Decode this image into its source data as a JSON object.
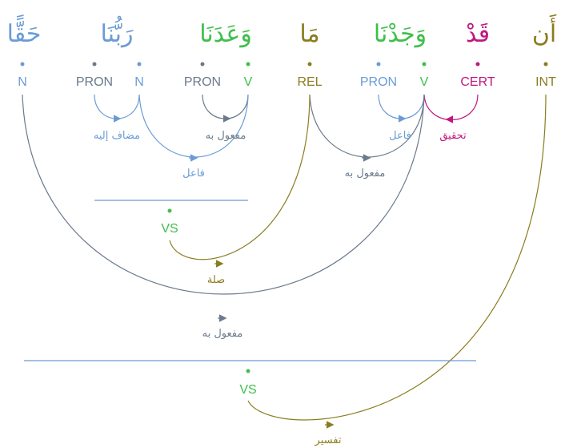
{
  "diagram": {
    "words": [
      {
        "text": "أَن",
        "color": "#8a7d1f"
      },
      {
        "text": "قَدْ",
        "color": "#c0177f"
      },
      {
        "text": "وَجَدْنَا",
        "color": "#3fbf4a"
      },
      {
        "text": "مَا",
        "color": "#8a7d1f"
      },
      {
        "text": "وَعَدَنَا",
        "color": "#3fbf4a"
      },
      {
        "text": "رَبُّنَا",
        "color": "#6b9bd6"
      },
      {
        "text": "حَقًّا",
        "color": "#6b9bd6"
      }
    ],
    "tags": [
      {
        "text": "INT",
        "color": "#8a7d1f"
      },
      {
        "text": "CERT",
        "color": "#c0177f"
      },
      {
        "text": "V",
        "color": "#3fbf4a"
      },
      {
        "text": "PRON",
        "color": "#6b9bd6"
      },
      {
        "text": "REL",
        "color": "#8a7d1f"
      },
      {
        "text": "V",
        "color": "#3fbf4a"
      },
      {
        "text": "PRON",
        "color": "#6b7a8c"
      },
      {
        "text": "N",
        "color": "#6b9bd6"
      },
      {
        "text": "PRON",
        "color": "#6b7a8c"
      },
      {
        "text": "N",
        "color": "#6b9bd6"
      }
    ],
    "hidden_nodes": [
      {
        "text": "VS",
        "color": "#3fbf4a"
      },
      {
        "text": "VS",
        "color": "#3fbf4a"
      }
    ],
    "relations": [
      {
        "text": "تحقيق",
        "color": "#c0177f"
      },
      {
        "text": "فاعل",
        "color": "#6b9bd6"
      },
      {
        "text": "مفعول به",
        "color": "#6b7a8c"
      },
      {
        "text": "مفعول به",
        "color": "#6b7a8c"
      },
      {
        "text": "مضاف إليه",
        "color": "#6b9bd6"
      },
      {
        "text": "فاعل",
        "color": "#6b9bd6"
      },
      {
        "text": "صلة",
        "color": "#8a7d1f"
      },
      {
        "text": "مفعول به",
        "color": "#6b7a8c"
      },
      {
        "text": "تفسير",
        "color": "#8a7d1f"
      }
    ],
    "colors": {
      "olive": "#8a7d1f",
      "magenta": "#c0177f",
      "green": "#3fbf4a",
      "blue": "#6b9bd6",
      "slate": "#6b7a8c",
      "divider": "#6b9bd6"
    }
  }
}
